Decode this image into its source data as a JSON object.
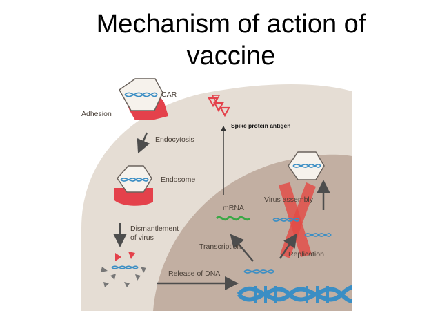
{
  "title": {
    "line1": "Mechanism of action of",
    "line2": "vaccine"
  },
  "labels": {
    "car": "CAR",
    "adhesion": "Adhesion",
    "endocytosis": "Endocytosis",
    "endosome": "Endosome",
    "dismantlement_line1": "Dismantlement",
    "dismantlement_line2": "of virus",
    "release_of_dna": "Release of DNA",
    "transcription": "Transcription",
    "mrna": "mRNA",
    "virus_assembly": "Virus assembly",
    "replication": "Replication",
    "spike_protein_antigen": "Spike protein antigen"
  },
  "colors": {
    "cytoplasm": "#e5ddd4",
    "nucleus": "#c2afa2",
    "dna_blue": "#3b8ec4",
    "red_accent": "#e4414b",
    "mrna_green": "#3aa845",
    "arrow_gray": "#4d4d4d",
    "cross_red": "#e34a46"
  },
  "icons": {
    "virus": "hexagon-virus-icon",
    "spike": "spike-triangles-icon",
    "dna": "double-helix-icon"
  }
}
